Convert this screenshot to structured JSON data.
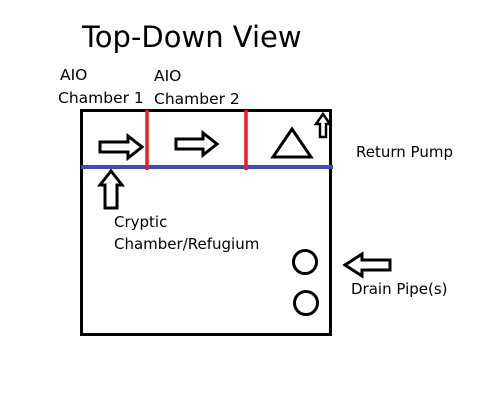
{
  "diagram": {
    "title": "Top-Down View",
    "labels": {
      "aio_chamber_1": [
        "AIO",
        "Chamber 1"
      ],
      "aio_chamber_2": [
        "AIO",
        "Chamber 2"
      ],
      "return_pump": "Return Pump",
      "cryptic": [
        "Cryptic",
        "Chamber/Refugium"
      ],
      "drain_pipes": "Drain Pipe(s)"
    },
    "icons": {
      "flow_arrows": "right-arrow-icon",
      "pump": "triangle-icon",
      "drain": "circle-icon"
    },
    "colors": {
      "baffle": "#ed1c24",
      "waterline": "#3f48cc",
      "outline": "#000000",
      "background": "#ffffff"
    }
  }
}
